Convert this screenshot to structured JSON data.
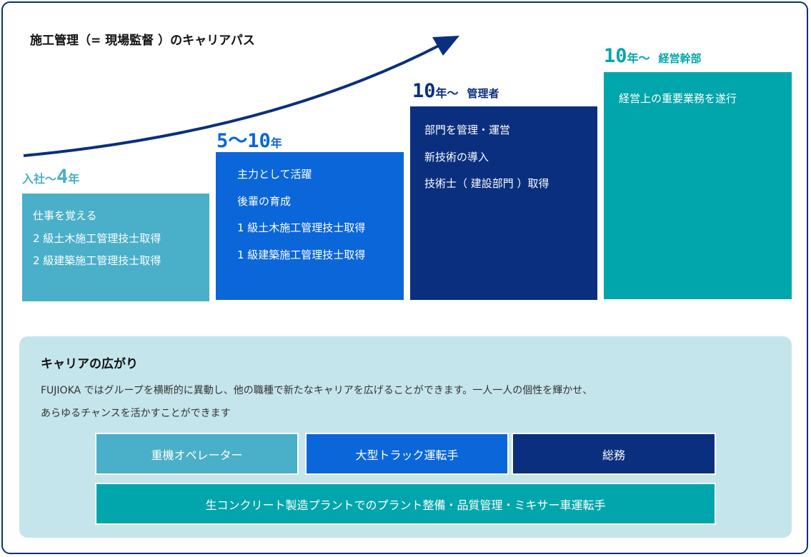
{
  "title": "施工管理（= 現場監督 ）のキャリアパス",
  "steps": [
    {
      "num": "入社〜4",
      "unit": "年",
      "role": "",
      "items": [
        "仕事を覚える",
        "2 級土木施工管理技士取得",
        "2 級建築施工管理技士取得"
      ],
      "color": "#4aafc9"
    },
    {
      "num": "5〜10",
      "unit": "年",
      "role": "",
      "items": [
        "主力として活躍",
        "後輩の育成",
        "1 級土木施工管理技士取得",
        "1 級建築施工管理技士取得"
      ],
      "color": "#0a66d9"
    },
    {
      "num": "10",
      "unit": "年〜",
      "role": "管理者",
      "items": [
        "部門を管理・運営",
        "新技術の導入",
        "技術士（ 建設部門 ）取得"
      ],
      "color": "#0a2f7e"
    },
    {
      "num": "10",
      "unit": "年〜",
      "role": "経営幹部",
      "items": [
        "経営上の重要業務を遂行"
      ],
      "color": "#00a6ab"
    }
  ],
  "career": {
    "title": "キャリアの広がり",
    "desc_line1": "FUJIOKA ではグループを横断的に異動し、他の職種で新たなキャリアを広げることができます。一人一人の個性を輝かせ、",
    "desc_line2": "あらゆるチャンスを活かすことができます",
    "chips": [
      "重機オペレーター",
      "大型トラック運転手",
      "総務",
      "生コンクリート製造プラントでのプラント整備・品質管理・ミキサー車運転手"
    ]
  },
  "colors": {
    "frame": "#0a2f78",
    "arrow": "#0a2f7e",
    "panel": "#c5e5ec"
  }
}
